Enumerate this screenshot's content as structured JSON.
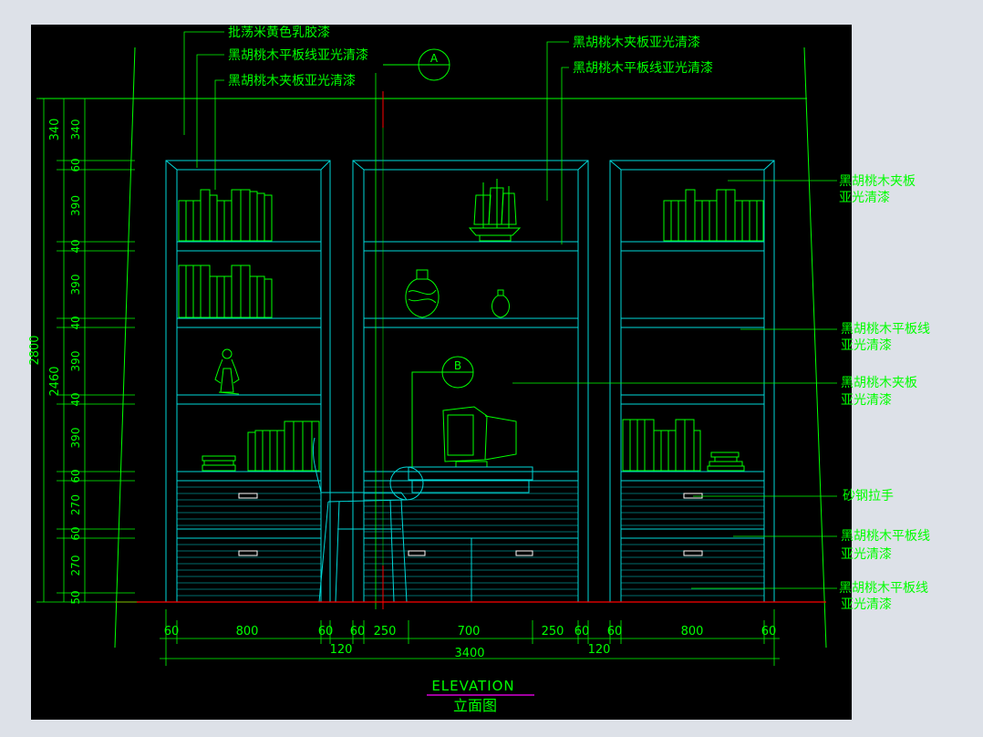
{
  "colors": {
    "background": "#000000",
    "panel": "#dde1e8",
    "cabinet": "#00d8d8",
    "annotation": "#00ff00",
    "floor": "#ff0000",
    "title_rule": "#ff00ff"
  },
  "callouts": {
    "a": "A",
    "b": "B"
  },
  "top_labels": [
    {
      "id": "top-label-1",
      "text": "批荡米黄色乳胶漆"
    },
    {
      "id": "top-label-2",
      "text": "黑胡桃木平板线亚光清漆"
    },
    {
      "id": "top-label-3",
      "text": "黑胡桃木夹板亚光清漆"
    },
    {
      "id": "top-label-4",
      "text": "黑胡桃木夹板亚光清漆"
    },
    {
      "id": "top-label-5",
      "text": "黑胡桃木平板线亚光清漆"
    }
  ],
  "right_labels": [
    {
      "id": "right-label-1",
      "l1": "黑胡桃木夹板",
      "l2": "亚光清漆"
    },
    {
      "id": "right-label-2",
      "l1": "黑胡桃木平板线",
      "l2": "亚光清漆"
    },
    {
      "id": "right-label-3",
      "l1": "黑胡桃木夹板",
      "l2": "亚光清漆"
    },
    {
      "id": "right-label-4",
      "l1": "砂钢拉手",
      "l2": ""
    },
    {
      "id": "right-label-5",
      "l1": "黑胡桃木平板线",
      "l2": "亚光清漆"
    },
    {
      "id": "right-label-6",
      "l1": "黑胡桃木平板线",
      "l2": "亚光清漆"
    }
  ],
  "vertical_dims": [
    "340",
    "60",
    "390",
    "40",
    "390",
    "40",
    "390",
    "40",
    "390",
    "60",
    "270",
    "60",
    "270",
    "50"
  ],
  "vertical_totals": {
    "outer": "2800",
    "inner": "2460",
    "top": "340"
  },
  "horizontal_dims": [
    "60",
    "800",
    "60",
    "60",
    "250",
    "700",
    "250",
    "60",
    "60",
    "800",
    "60"
  ],
  "horizontal_sub": [
    "120",
    "3400",
    "120"
  ],
  "title": {
    "en": "ELEVATION",
    "zh": "立面图"
  }
}
